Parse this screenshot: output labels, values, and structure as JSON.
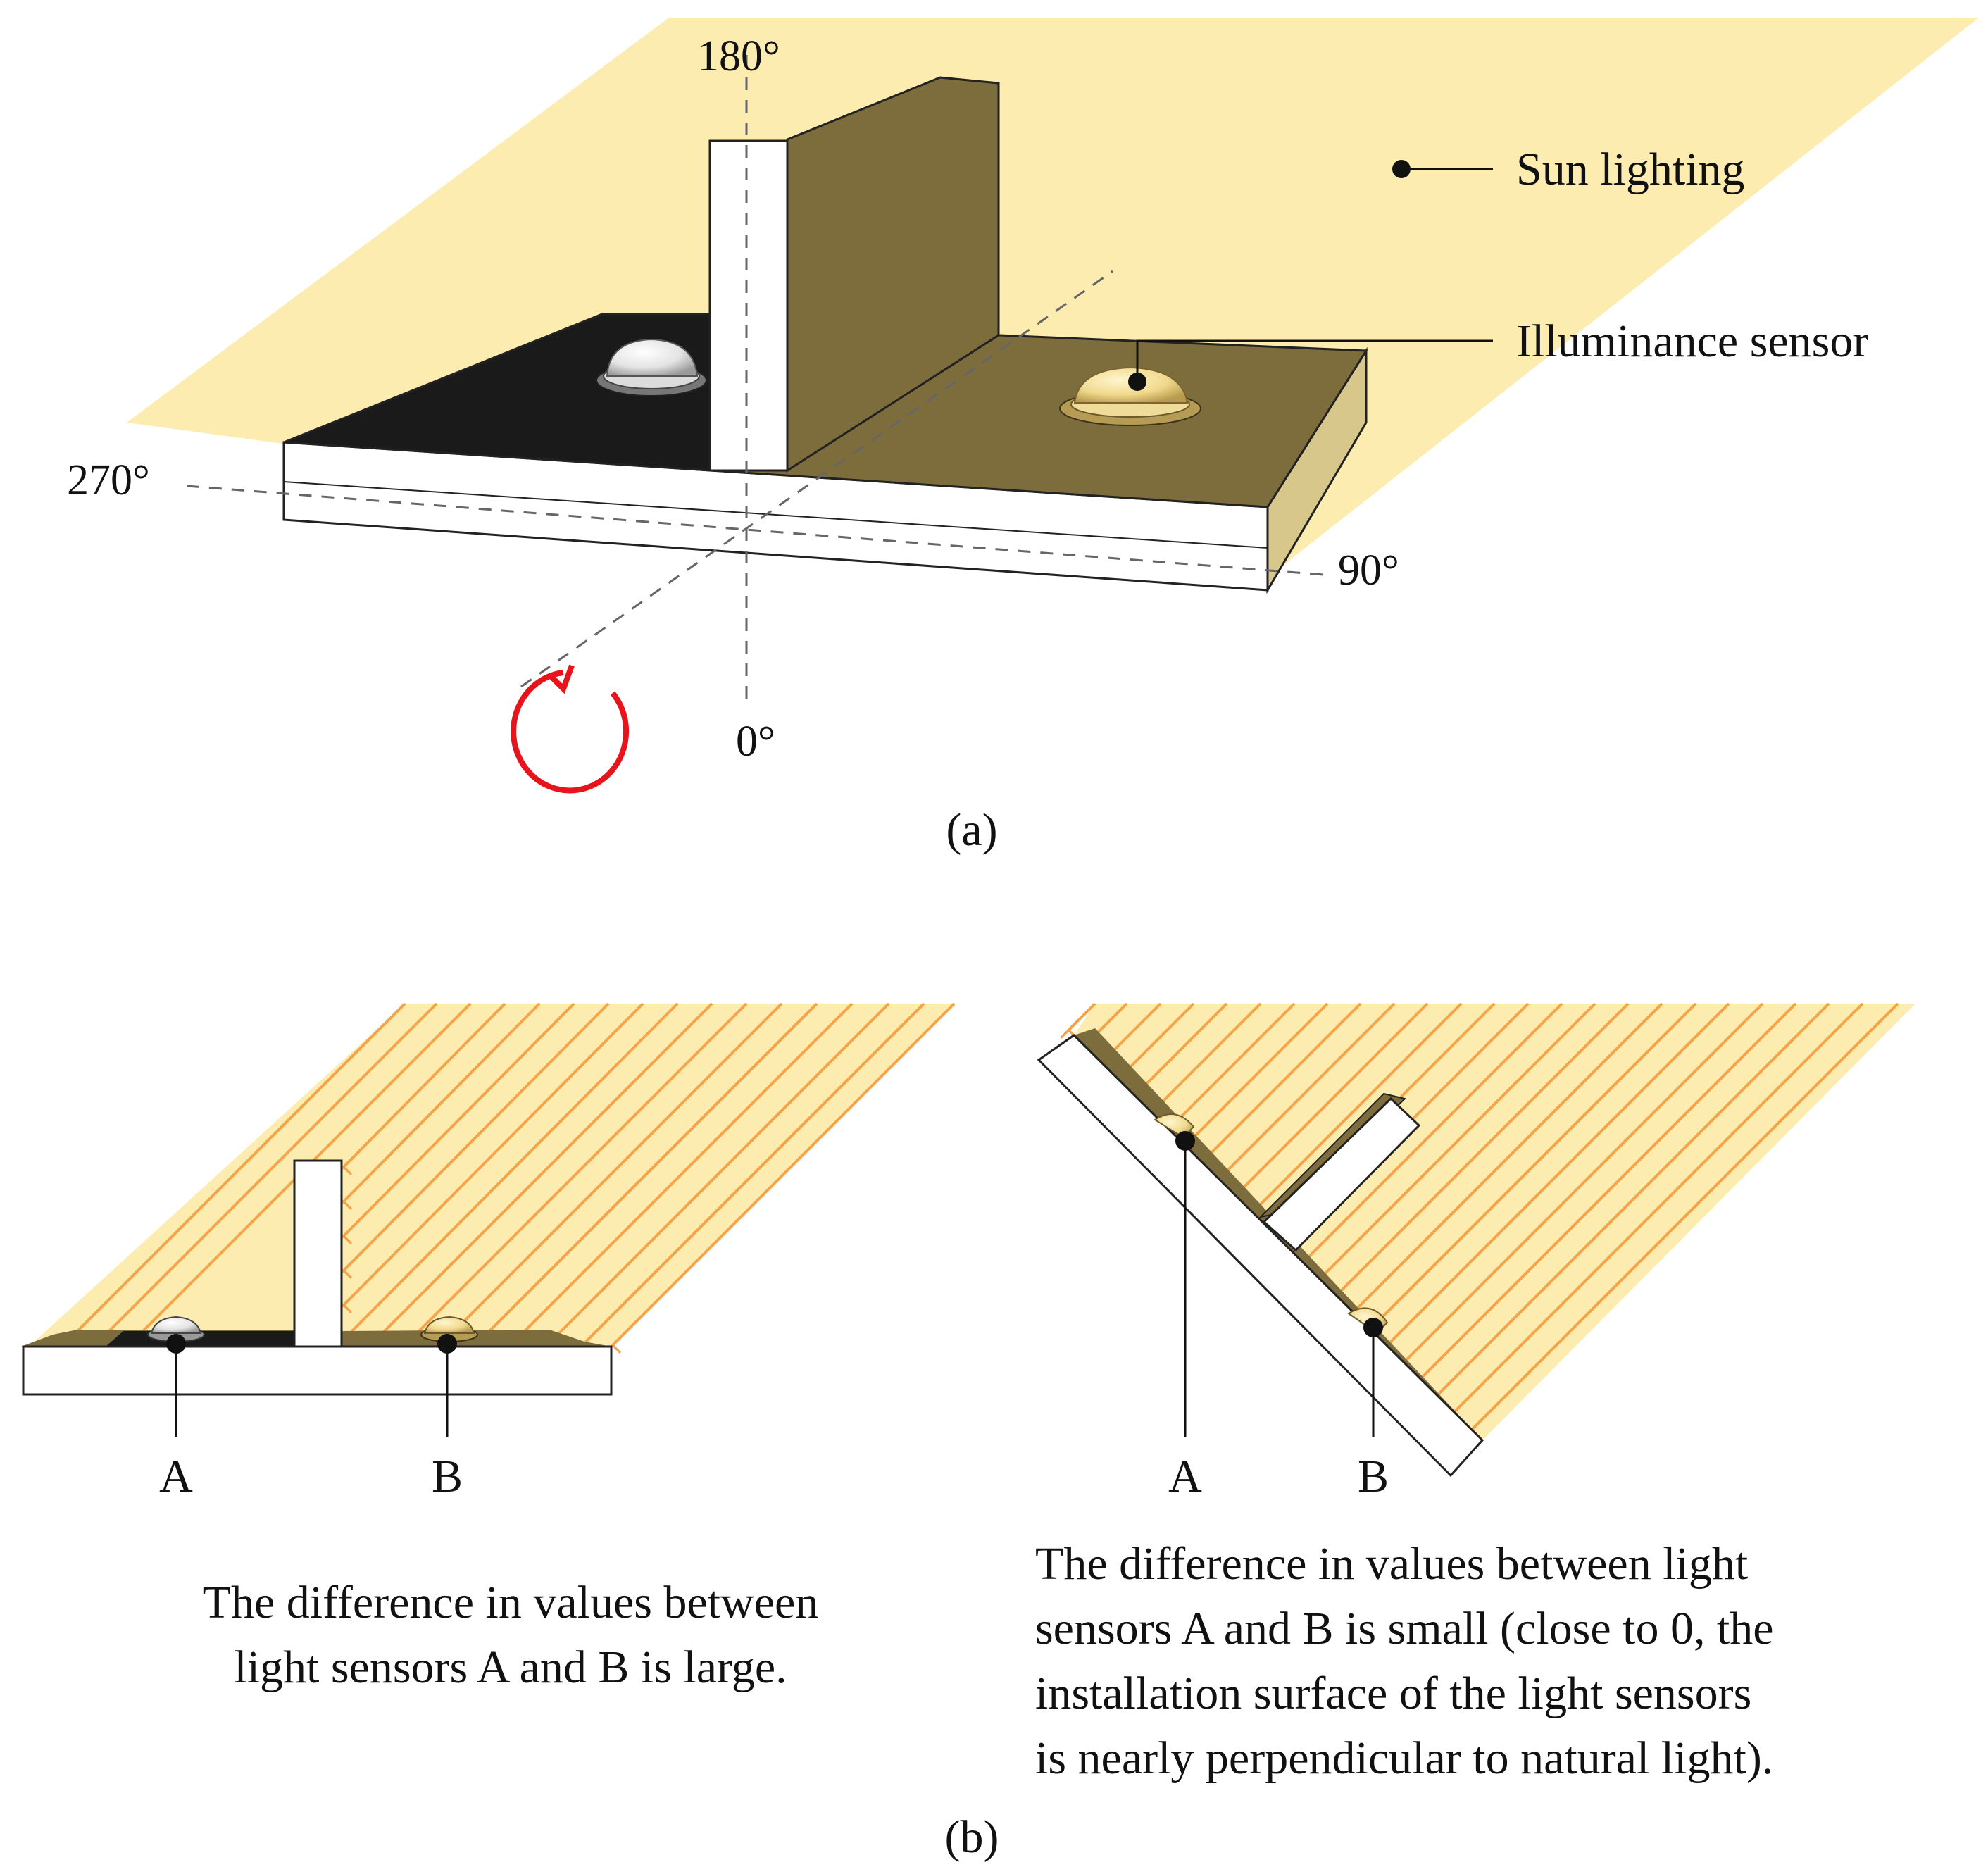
{
  "panel_a": {
    "angles": {
      "a180": "180°",
      "a270": "270°",
      "a90": "90°",
      "a0": "0°"
    },
    "legend": {
      "sun_lighting": "Sun lighting",
      "illuminance_sensor": "Illuminance sensor"
    },
    "label": "(a)"
  },
  "panel_b": {
    "left": {
      "sensor_a": "A",
      "sensor_b": "B",
      "caption": [
        "The difference in values between",
        "light sensors A and B is large."
      ]
    },
    "right": {
      "sensor_a": "A",
      "sensor_b": "B",
      "caption": [
        "The difference in values between light",
        "sensors A and B is small (close to 0, the",
        "installation surface of the light sensors",
        "is nearly perpendicular to natural light)."
      ]
    },
    "label": "(b)"
  },
  "colors": {
    "sun_plane": "#fcecb0",
    "sun_ray": "#f5a44a",
    "olive": "#7d6c3c",
    "olive_dark": "#5a4d29",
    "olive_side": "#d8c78a",
    "black_surface": "#1a1a1a",
    "rotation_arrow": "#e8141c"
  }
}
